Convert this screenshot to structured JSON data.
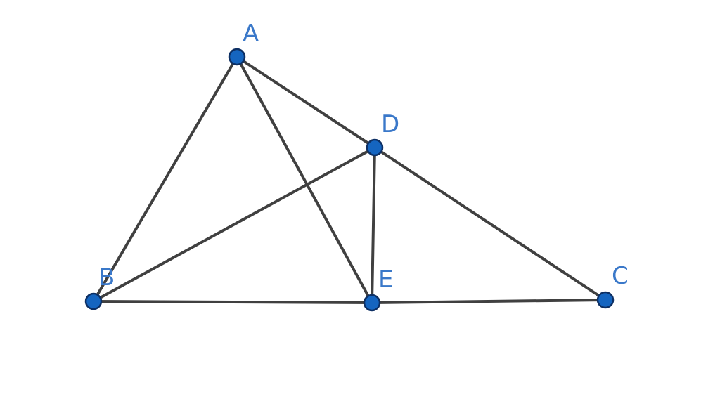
{
  "points": {
    "A": {
      "label": "A"
    },
    "B": {
      "label": "B"
    },
    "C": {
      "label": "C"
    },
    "D": {
      "label": "D"
    },
    "E": {
      "label": "E"
    }
  },
  "segments": [
    [
      "A",
      "B"
    ],
    [
      "A",
      "D"
    ],
    [
      "D",
      "C"
    ],
    [
      "A",
      "E"
    ],
    [
      "B",
      "D"
    ],
    [
      "D",
      "E"
    ],
    [
      "B",
      "E"
    ],
    [
      "E",
      "C"
    ]
  ],
  "colors": {
    "line": "#404040",
    "point_fill": "#1565c0",
    "point_outline": "#0d2f63",
    "label": "#3a78c9"
  }
}
